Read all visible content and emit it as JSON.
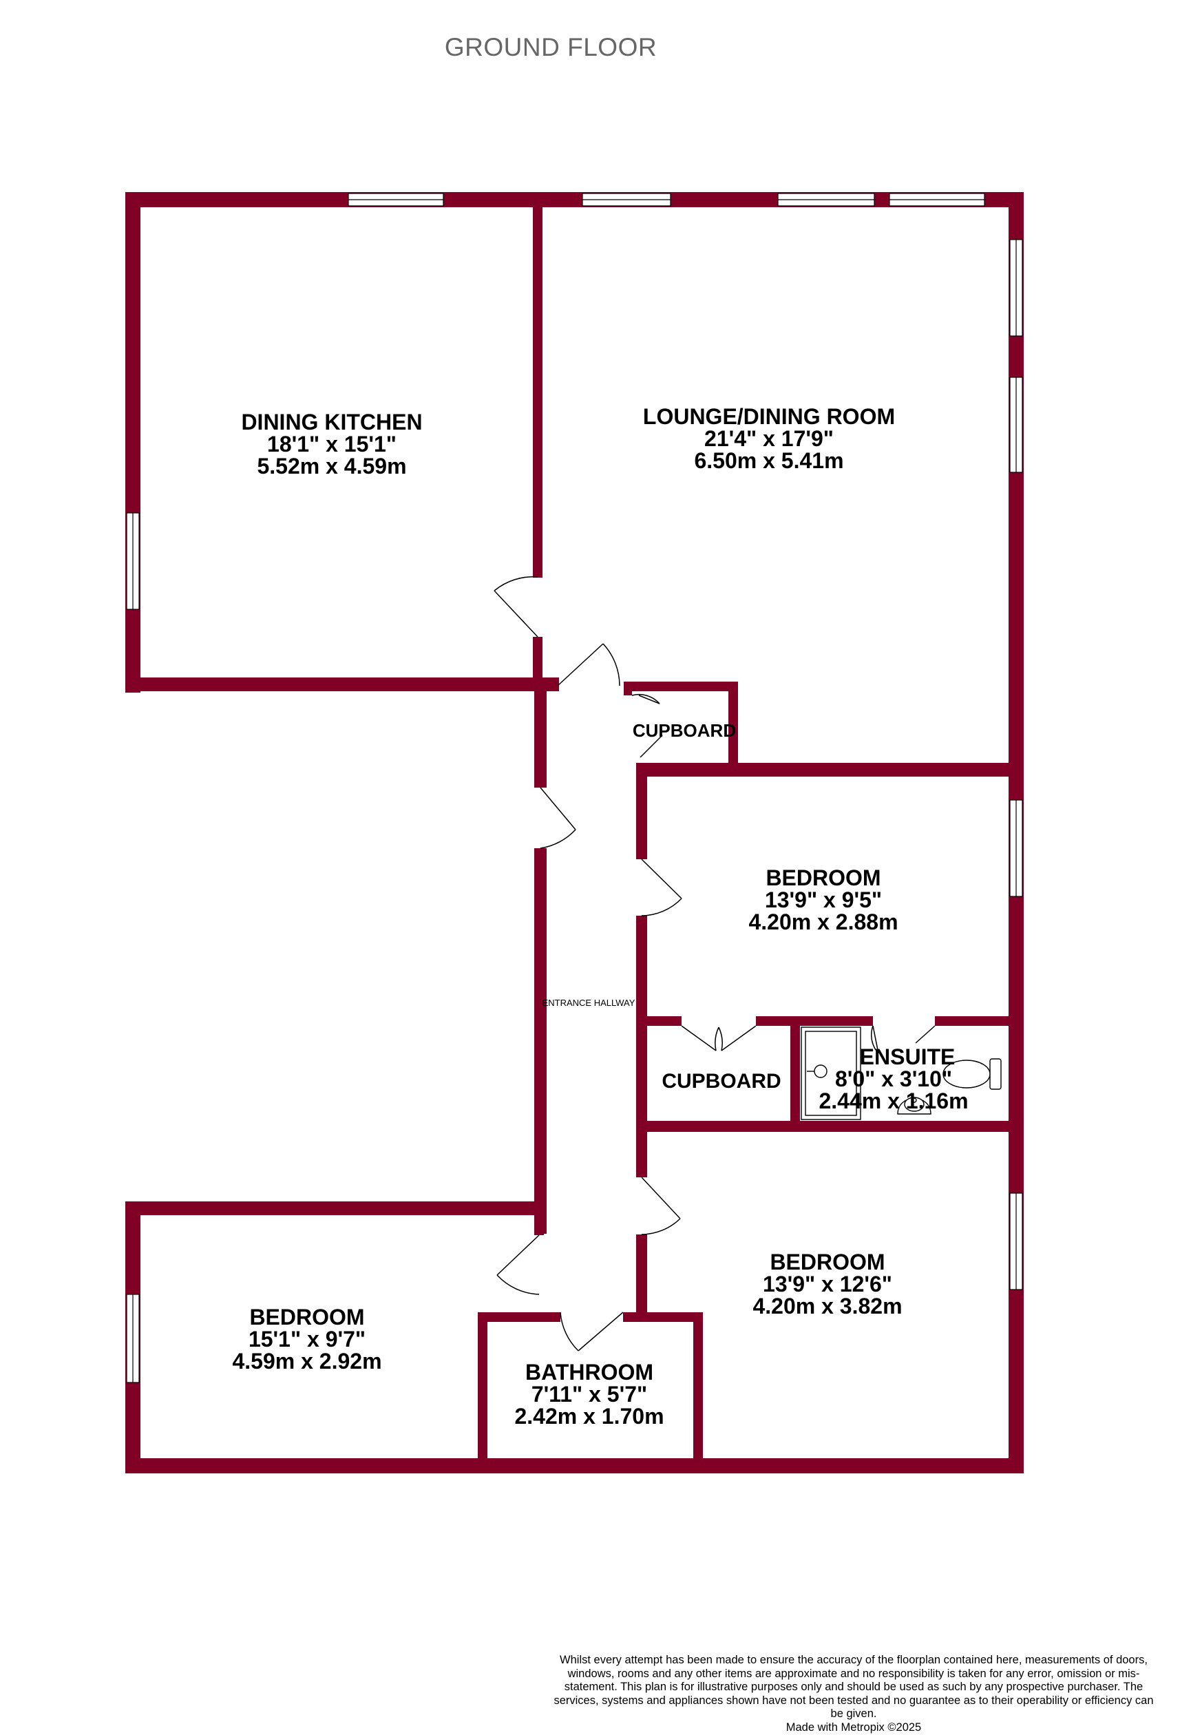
{
  "floor_title": "GROUND FLOOR",
  "colors": {
    "wall": "#800026",
    "window": "#ffffff",
    "line": "#000000"
  },
  "rooms": {
    "dining_kitchen": {
      "name": "DINING KITCHEN",
      "imperial": "18'1\"  x 15'1\"",
      "metric": "5.52m  x 4.59m"
    },
    "lounge": {
      "name": "LOUNGE/DINING ROOM",
      "imperial": "21'4\"  x 17'9\"",
      "metric": "6.50m  x 5.41m"
    },
    "cupboard_top": {
      "name": "CUPBOARD"
    },
    "bedroom_1": {
      "name": "BEDROOM",
      "imperial": "13'9\"  x 9'5\"",
      "metric": "4.20m  x 2.88m"
    },
    "entrance_hallway": {
      "name": "ENTRANCE HALLWAY"
    },
    "cupboard_mid": {
      "name": "CUPBOARD"
    },
    "ensuite": {
      "name": "ENSUITE",
      "imperial": "8'0\"  x 3'10\"",
      "metric": "2.44m  x 1.16m"
    },
    "bedroom_2": {
      "name": "BEDROOM",
      "imperial": "13'9\"  x 12'6\"",
      "metric": "4.20m  x 3.82m"
    },
    "bedroom_3": {
      "name": "BEDROOM",
      "imperial": "15'1\"  x 9'7\"",
      "metric": "4.59m  x 2.92m"
    },
    "bathroom": {
      "name": "BATHROOM",
      "imperial": "7'11\"  x 5'7\"",
      "metric": "2.42m  x 1.70m"
    }
  },
  "disclaimer": {
    "text": "Whilst every attempt has been made to ensure the accuracy of the floorplan contained here, measurements of doors, windows, rooms and any other items are approximate and no responsibility is taken for any error, omission or mis-statement. This plan is for illustrative purposes only and should be used as such by any prospective purchaser. The services, systems and appliances shown have not been tested and no guarantee as to their operability or efficiency can be given.",
    "credit": "Made with Metropix ©2025"
  }
}
